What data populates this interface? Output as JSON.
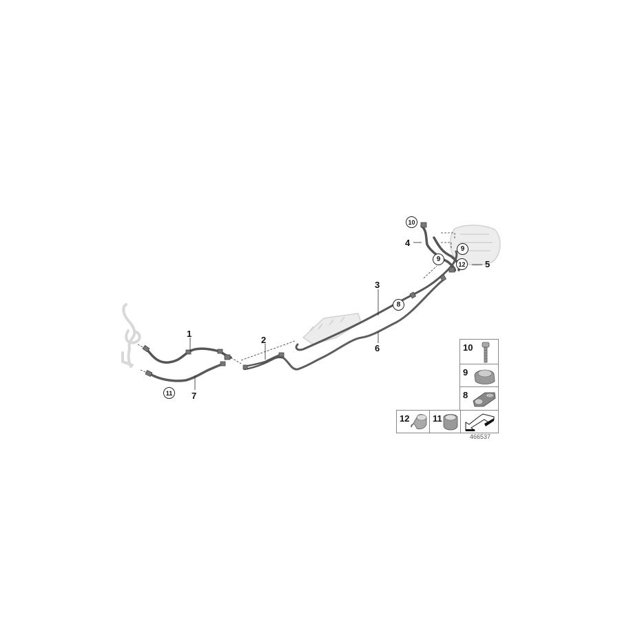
{
  "diagram": {
    "id_label": "466537",
    "callouts": [
      {
        "num": "1",
        "style": "plain"
      },
      {
        "num": "2",
        "style": "plain"
      },
      {
        "num": "3",
        "style": "plain"
      },
      {
        "num": "4",
        "style": "plain"
      },
      {
        "num": "5",
        "style": "plain"
      },
      {
        "num": "6",
        "style": "plain"
      },
      {
        "num": "7",
        "style": "plain"
      },
      {
        "num": "8",
        "style": "circled"
      },
      {
        "num": "9",
        "style": "circled"
      },
      {
        "num": "9",
        "style": "circled"
      },
      {
        "num": "10",
        "style": "circled"
      },
      {
        "num": "11",
        "style": "circled"
      },
      {
        "num": "12",
        "style": "circled"
      }
    ],
    "parts_legend": [
      {
        "num": "10",
        "icon": "bolt-icon"
      },
      {
        "num": "9",
        "icon": "clamp-icon"
      },
      {
        "num": "8",
        "icon": "double-clamp-icon"
      },
      {
        "num": "12",
        "icon": "open-clamp-icon"
      },
      {
        "num": "11",
        "icon": "ring-clamp-icon"
      },
      {
        "num": "",
        "icon": "direction-arrow-icon"
      }
    ]
  }
}
